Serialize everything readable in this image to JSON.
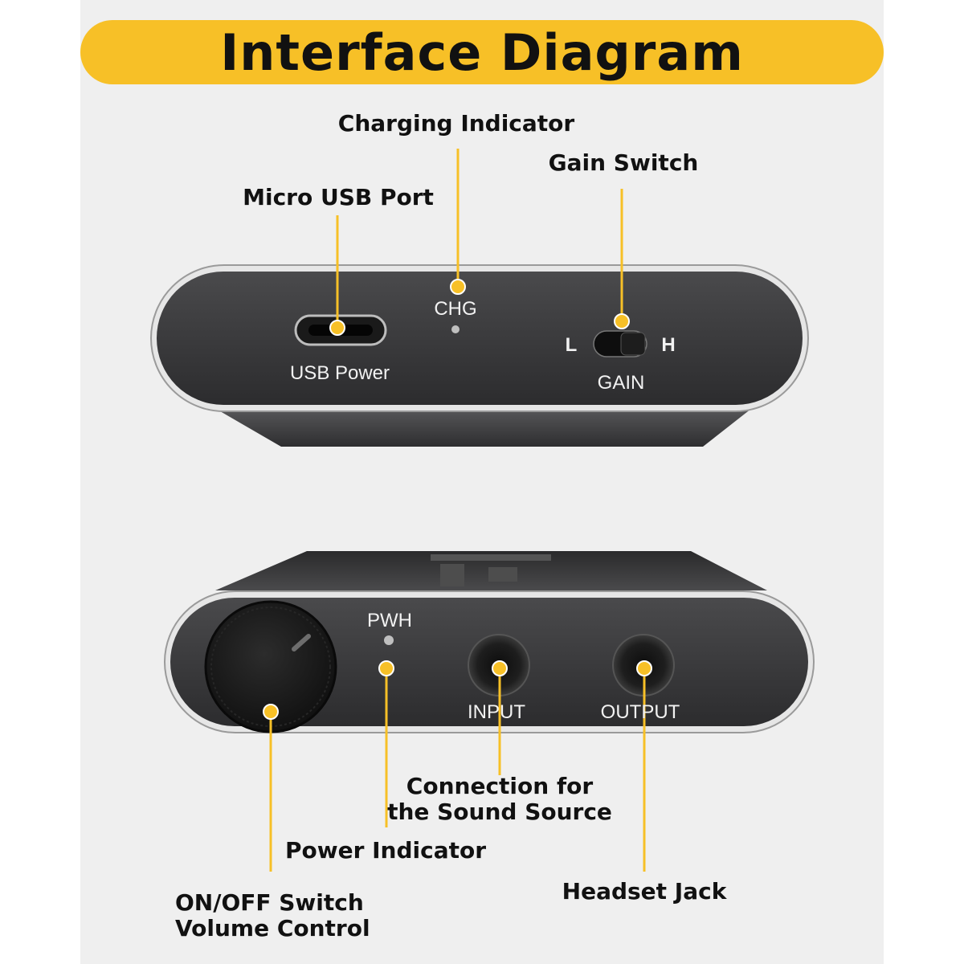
{
  "title": "Interface Diagram",
  "callouts": {
    "charging_indicator": "Charging Indicator",
    "gain_switch": "Gain Switch",
    "micro_usb_port": "Micro USB Port",
    "sound_source_line1": "Connection for",
    "sound_source_line2": "the Sound Source",
    "power_indicator": "Power Indicator",
    "headset_jack": "Headset Jack",
    "onoff_line1": "ON/OFF Switch",
    "onoff_line2": "Volume Control"
  },
  "top_device": {
    "chg_label": "CHG",
    "usb_label": "USB Power",
    "gain_label": "GAIN",
    "gain_low": "L",
    "gain_high": "H"
  },
  "bottom_device": {
    "pwh_label": "PWH",
    "input_label": "INPUT",
    "output_label": "OUTPUT"
  },
  "colors": {
    "accent": "#f7c027",
    "device_body": "#3a3a3b",
    "background": "#efefef"
  }
}
